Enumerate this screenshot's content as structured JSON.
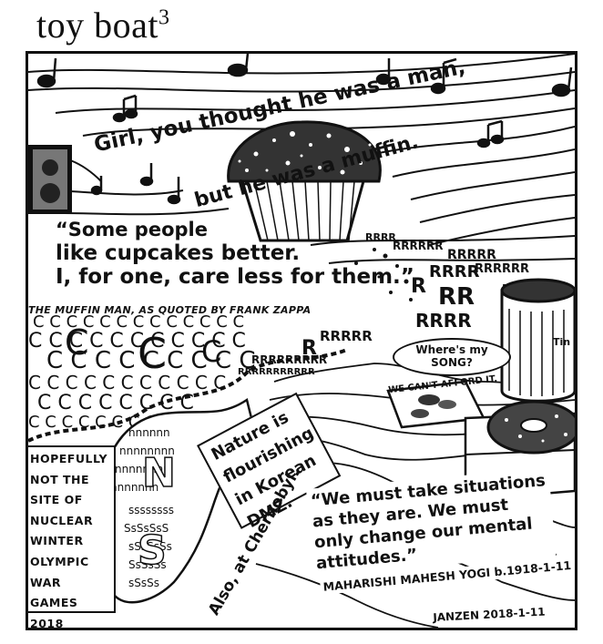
{
  "title": {
    "text": "toy boat",
    "superscript": "3"
  },
  "lyric": {
    "line1": "Girl, you thought he was a man,",
    "line2": "but he was a muffin."
  },
  "quote_zappa": {
    "line1": "“Some people",
    "line2": "like cupcakes better.",
    "line3": "I, for one, care less for them.”",
    "attribution": "THE MUFFIN MAN, AS QUOTED BY FRANK ZAPPA"
  },
  "speech_bubble": {
    "text": "Where's my SONG?"
  },
  "cant_afford": "WE CAN'T AFFORD IT.",
  "tin_label": "Tin",
  "sign_left": {
    "lines": [
      "HOPEFULLY",
      "NOT THE",
      "SITE OF",
      "NUCLEAR",
      "WINTER",
      "OLYMPIC",
      "WAR",
      "GAMES",
      "2018"
    ]
  },
  "sign_dmz": {
    "lines": [
      "Nature is",
      "flourishing",
      "in Korean",
      "DMZ."
    ]
  },
  "chernobyl": "Also, at Chernobyl.",
  "quote_yogi": {
    "line1": "“We must take situations",
    "line2": "as they are. We must",
    "line3": "only change our mental",
    "line4": "attitudes.”",
    "attribution": "MAHARISHI MAHESH YOGI b.1918-1-11"
  },
  "signature": "JANZEN 2018-1-11",
  "icons": [
    "music-note-icon",
    "speaker-icon",
    "muffin-illustration",
    "tin-can-icon",
    "donut-illustration"
  ]
}
